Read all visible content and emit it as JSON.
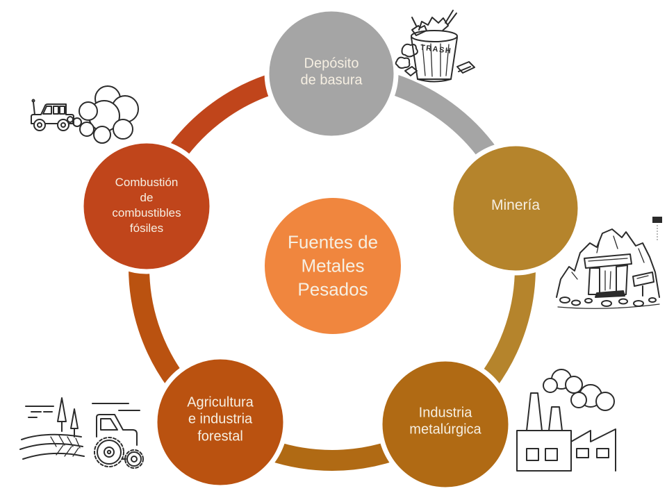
{
  "diagram": {
    "title": "Fuentes de Metales Pesados",
    "center": {
      "label": "Fuentes de\nMetales\nPesados",
      "color": "#F0863E"
    },
    "nodes": [
      {
        "id": "deposito-de-basura",
        "label": "Depósito\nde basura",
        "color": "#A5A5A5"
      },
      {
        "id": "mineria",
        "label": "Minería",
        "color": "#B5842C"
      },
      {
        "id": "industria-metalurgica",
        "label": "Industria\nmetalúrgica",
        "color": "#B06A14"
      },
      {
        "id": "agricultura-forestal",
        "label": "Agricultura\ne industria\nforestal",
        "color": "#BA5210"
      },
      {
        "id": "combustion-fosiles",
        "label": "Combustión\nde\ncombustibles\nfósiles",
        "color": "#C0451B"
      }
    ],
    "ring_segment_colors": [
      "#A5A5A5",
      "#B5842C",
      "#B06A14",
      "#BA5210",
      "#C0451B"
    ],
    "label_text_color": "#F6EFE2",
    "background_color": "#FFFFFF"
  },
  "illustrations": {
    "trash_can": {
      "name": "overflowing trash can",
      "label_text": "TRASH"
    },
    "truck": {
      "name": "truck with exhaust smoke"
    },
    "mine": {
      "name": "mine entrance in rocks"
    },
    "factory": {
      "name": "factory with chimneys"
    },
    "field_tractor": {
      "name": "farm field and tractor"
    }
  }
}
